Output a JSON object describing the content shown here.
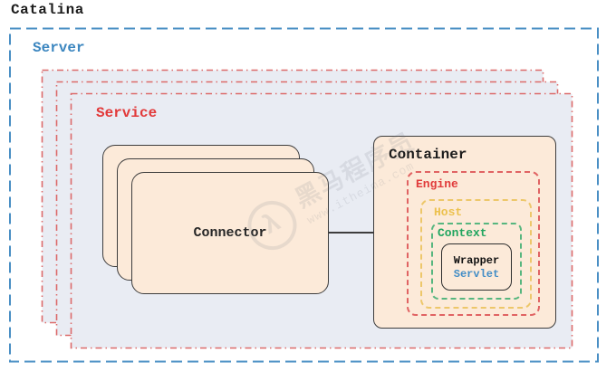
{
  "title": "Catalina",
  "server": {
    "label": "Server"
  },
  "service": {
    "label": "Service"
  },
  "connector": {
    "label": "Connector"
  },
  "container": {
    "label": "Container",
    "engine": {
      "label": "Engine"
    },
    "host": {
      "label": "Host"
    },
    "context": {
      "label": "Context"
    },
    "wrapper": {
      "label": "Wrapper",
      "servlet_label": "Servlet"
    }
  },
  "watermark": {
    "brand": "黑马程序员",
    "url": "www.itheima.com",
    "logo_glyph": "λ"
  },
  "colors": {
    "server_blue": "#3d87c0",
    "service_red": "#e23939",
    "service_border_red": "#dc6a6a",
    "service_fill": "#e9ecf3",
    "box_fill_peach": "#fcead9",
    "box_border_dark": "#3d3d3d",
    "engine_red": "#e06363",
    "host_yellow": "#edc76a",
    "context_green": "#57b67f",
    "servlet_blue": "#428dc6"
  }
}
